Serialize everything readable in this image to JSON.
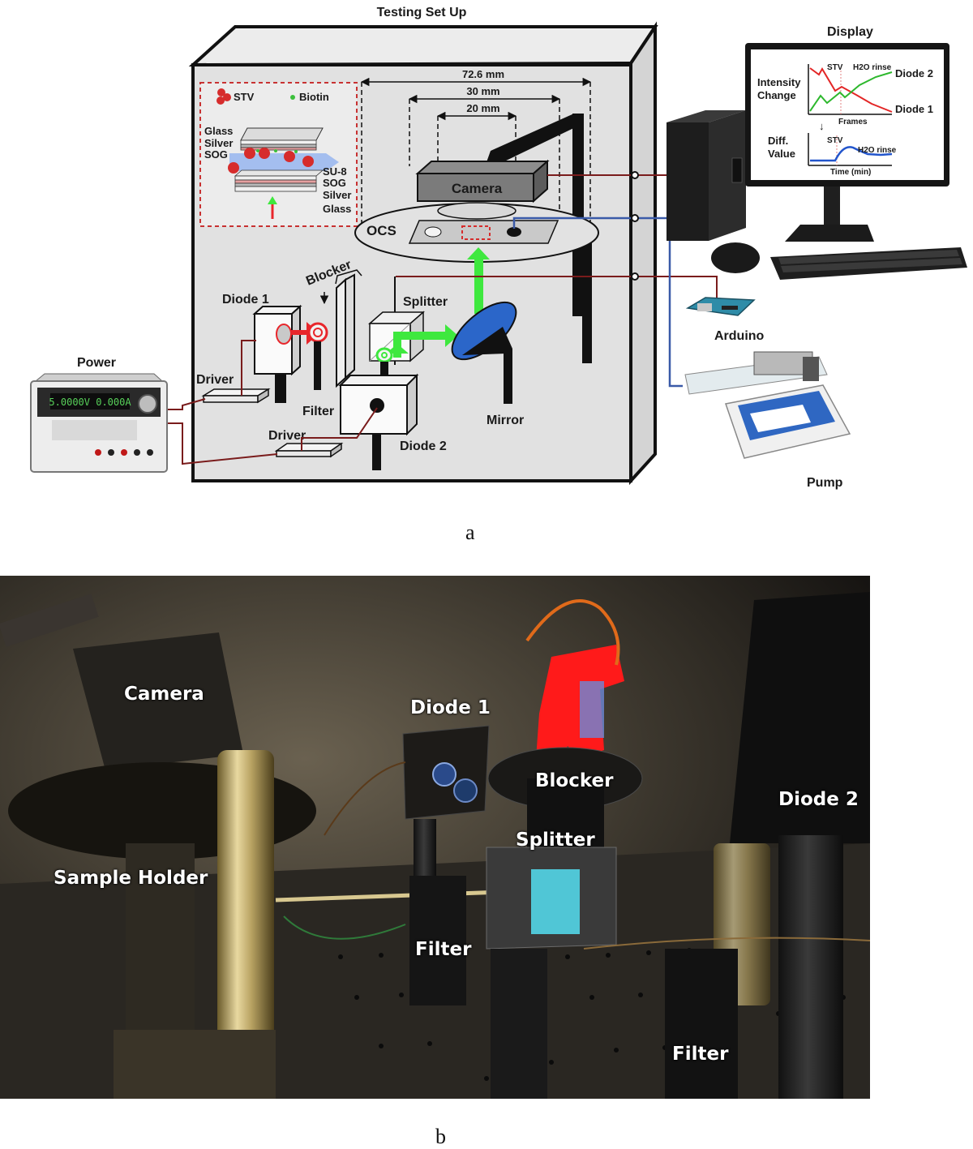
{
  "diagram": {
    "title": "Testing Set Up",
    "dimensions": [
      "72.6 mm",
      "30 mm",
      "20 mm"
    ],
    "inset": {
      "legend_stv": "STV",
      "legend_biotin": "Biotin",
      "layers_top": [
        "Glass",
        "Silver",
        "SOG"
      ],
      "layers_bottom": [
        "SU-8",
        "SOG",
        "Silver",
        "Glass"
      ]
    },
    "components": {
      "camera": "Camera",
      "ocs": "OCS",
      "blocker": "Blocker",
      "splitter": "Splitter",
      "diode1": "Diode 1",
      "diode2": "Diode 2",
      "filter": "Filter",
      "driver1": "Driver",
      "driver2": "Driver",
      "mirror": "Mirror"
    },
    "external": {
      "power": "Power",
      "power_readout": "5.0000V 0.000A",
      "display": "Display",
      "arduino": "Arduino",
      "pump": "Pump"
    },
    "monitor_chart": {
      "top_ylabel": [
        "Intensity",
        "Change"
      ],
      "top_legend": [
        "STV",
        "H2O rinse"
      ],
      "top_series": [
        "Diode 2",
        "Diode 1"
      ],
      "top_xlabel": "Frames",
      "bottom_ylabel": [
        "Diff.",
        "Value"
      ],
      "bottom_legend": [
        "STV",
        "H2O rinse"
      ],
      "bottom_xlabel": "Time (min)"
    },
    "colors": {
      "enclosure": "#e1e1e1",
      "green_beam": "#3ee83e",
      "red_beam": "#e8262b",
      "blue_beam": "#6b8fd8",
      "mirror": "#2b66c9",
      "signal_wire": "#7a1c1c",
      "fluid_line": "#3a5aa8",
      "inset_border": "#c83232"
    }
  },
  "photo": {
    "labels": {
      "camera": "Camera",
      "diode1": "Diode 1",
      "blocker": "Blocker",
      "diode2": "Diode 2",
      "splitter": "Splitter",
      "sample_holder": "Sample Holder",
      "filter1": "Filter",
      "filter2": "Filter"
    }
  },
  "captions": {
    "a": "a",
    "b": "b"
  }
}
